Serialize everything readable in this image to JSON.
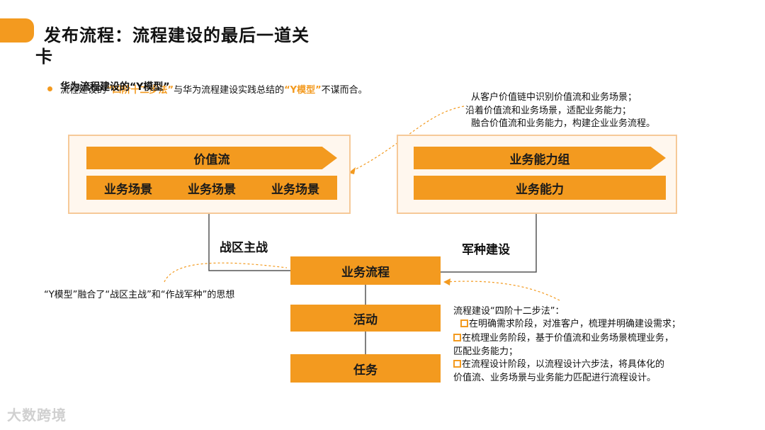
{
  "title": {
    "line1": "发布流程：流程建设的最后一道关",
    "line2": "卡"
  },
  "bullet": {
    "overlay": "华为流程建设的“Y模型”",
    "prefix": "流程建设的",
    "hl1": "“四阶十二步法”",
    "middle": "与华为流程建设实践总结的",
    "hl2": "“Y模型”",
    "suffix": "不谋而合。"
  },
  "left_box": {
    "arrow": "价值流",
    "scenarios": [
      "业务场景",
      "业务场景",
      "业务场景"
    ]
  },
  "right_box": {
    "arrow": "业务能力组",
    "bar": "业务能力"
  },
  "labels": {
    "left": "战区主战",
    "right": "军种建设"
  },
  "nodes": {
    "process": "业务流程",
    "activity": "活动",
    "task": "任务"
  },
  "top_note": [
    "从客户价值链中识别价值流和业务场景；",
    "沿着价值流和业务场景，适配业务能力；",
    "融合价值流和业务能力，构建企业业务流程。"
  ],
  "left_note": "“Y模型”融合了“战区主战”和“作战军种”的思想",
  "steps": {
    "heading": "流程建设“四阶十二步法”：",
    "items": [
      [
        "在明确需求阶段，对准客户，梳理并明确建设需求；"
      ],
      [
        "在梳理业务阶段，基于价值流和业务场景梳理业务，",
        "匹配业务能力；"
      ],
      [
        "在流程设计阶段，以流程设计六步法，将具体化的",
        "价值流、业务场景与业务能力匹配进行流程设计。"
      ]
    ]
  },
  "watermark": "大数跨境",
  "colors": {
    "accent": "#F39A1F",
    "box_border": "#F6C998",
    "box_fill": "#FFF7EE"
  }
}
